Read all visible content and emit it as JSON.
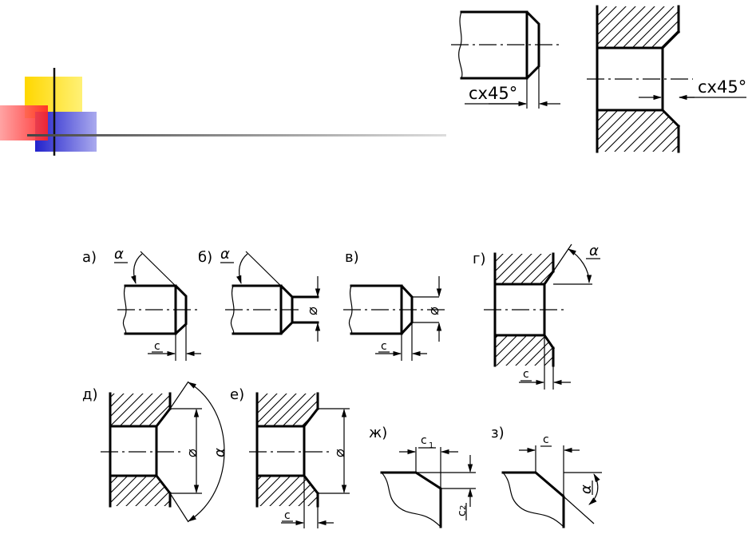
{
  "top_right": {
    "shaft_label": "cx45°",
    "hole_label": "cx45°"
  },
  "panels": {
    "a": {
      "letter": "а)",
      "alpha": "α",
      "c": "c"
    },
    "b": {
      "letter": "б)",
      "alpha": "α",
      "dia": "⌀"
    },
    "v": {
      "letter": "в)",
      "dia": "⌀",
      "c": "c"
    },
    "g": {
      "letter": "г)",
      "alpha": "α",
      "c": "c"
    },
    "d": {
      "letter": "д)",
      "dia": "⌀",
      "alpha": "α"
    },
    "e": {
      "letter": "е)",
      "dia": "⌀",
      "c": "c"
    },
    "zh": {
      "letter": "ж)",
      "c1_main": "c",
      "c1_sub": "1",
      "c2_main": "c",
      "c2_sub": "2"
    },
    "z": {
      "letter": "з)",
      "c": "c",
      "alpha": "α"
    }
  },
  "decor": {
    "colors": {
      "yellow": "#FFD700",
      "red": "#FF3333",
      "blue": "#2222CC",
      "line": "#555555"
    }
  }
}
